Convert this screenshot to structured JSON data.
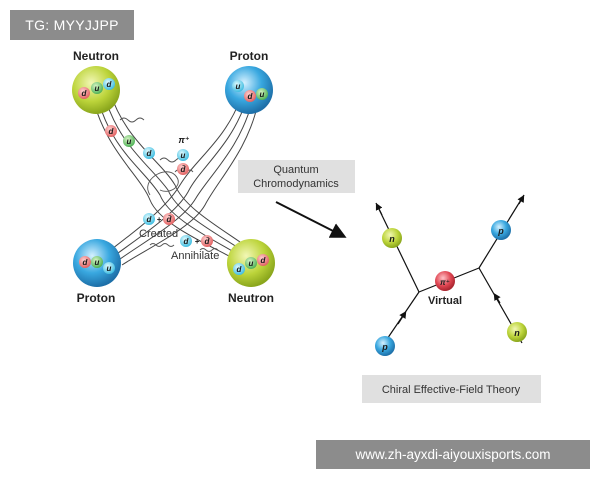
{
  "watermark_top": "TG: MYYJJPP",
  "watermark_bottom": "www.zh-ayxdi-aiyouxisports.com",
  "labels": {
    "neutron_top_left": "Neutron",
    "proton_top_right": "Proton",
    "proton_bottom_left": "Proton",
    "neutron_bottom_right": "Neutron",
    "pion": "π⁺",
    "created": "Created",
    "annihilate": "Annihilate",
    "qcd_line1": "Quantum",
    "qcd_line2": "Chromodynamics",
    "virtual": "Virtual",
    "chiral_eft": "Chiral Effective-Field Theory"
  },
  "quarks": {
    "u": "u",
    "d": "d",
    "d_bar": "d̄",
    "plus": "+"
  },
  "particles": {
    "n": "n",
    "p": "p",
    "pi_plus": "π⁺"
  },
  "colors": {
    "neutron": "#b8d433",
    "proton": "#2a9fd6",
    "quark_red": "#e05a5a",
    "quark_green": "#3aa84e",
    "quark_blue": "#2a86c8",
    "pion": "#d9414b",
    "label_box": "#e0e0e0",
    "watermark": "#8c8c8c"
  }
}
